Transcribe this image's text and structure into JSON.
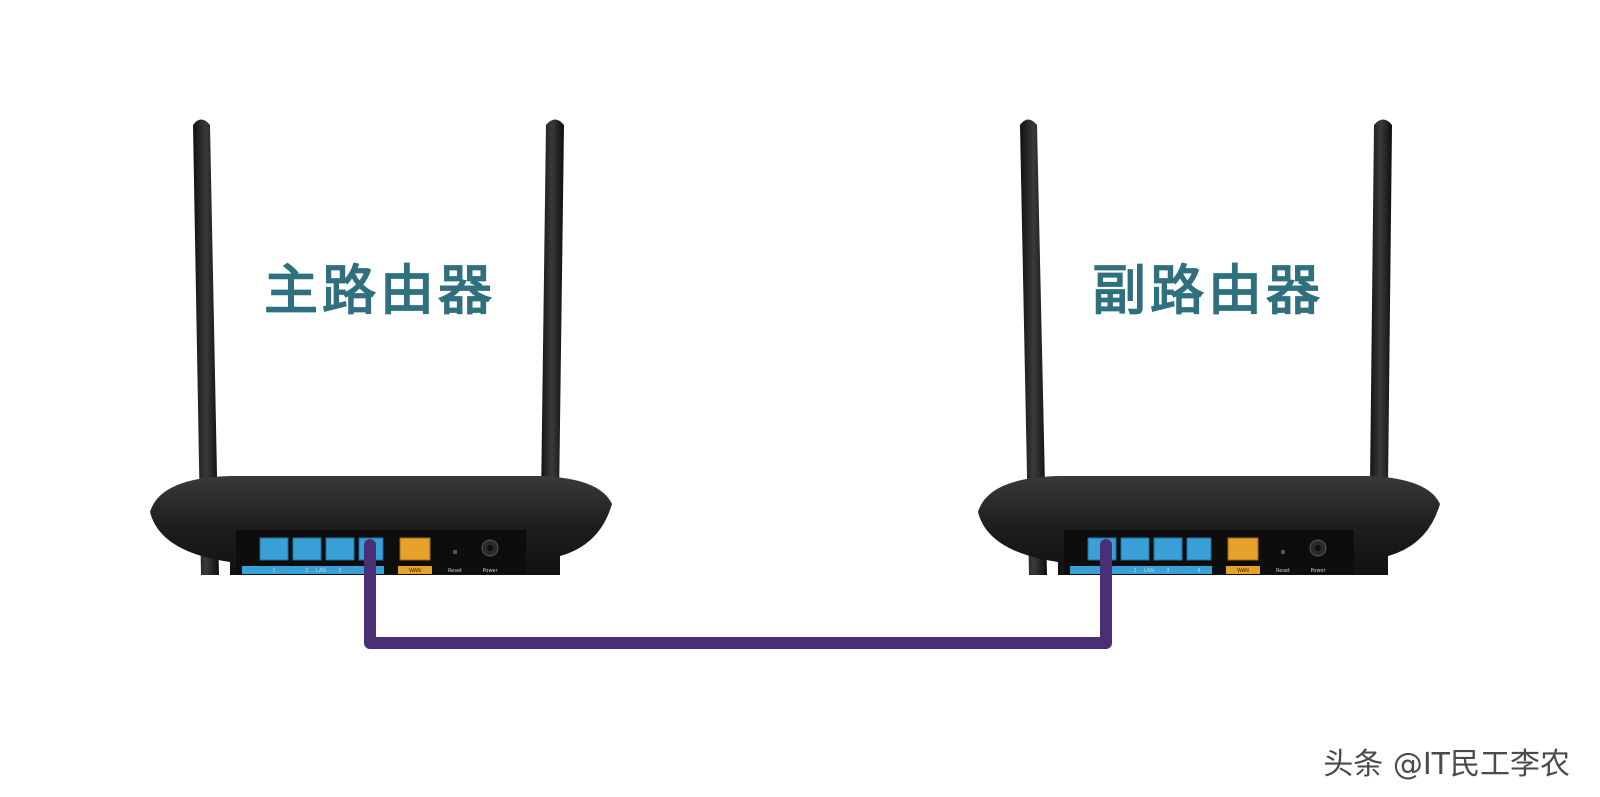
{
  "labels": {
    "main_router": "主路由器",
    "sub_router": "副路由器"
  },
  "router_panel": {
    "lan_label": "LAN",
    "lan_ports": [
      "1",
      "2",
      "3",
      "4"
    ],
    "wan_label": "WAN",
    "reset_label": "Reset",
    "power_label": "Power"
  },
  "watermark": "头条 @IT民工李农",
  "colors": {
    "label_text": "#2f6f7e",
    "cable": "#4a2f74",
    "lan_port": "#3aa0d8",
    "wan_port": "#e6a12a",
    "router_body": "#1c1c1c"
  }
}
